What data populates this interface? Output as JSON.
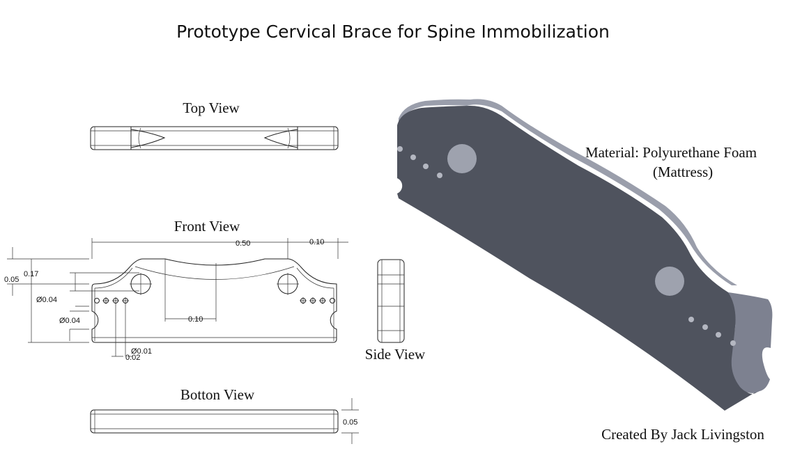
{
  "title": "Prototype Cervical Brace for Spine Immobilization",
  "views": {
    "top": "Top View",
    "front": "Front View",
    "side": "Side View",
    "bottom": "Botton View"
  },
  "dimensions": {
    "overall_span": "0.50",
    "end_length": "0.10",
    "height": "0.17",
    "shoulder": "0.05",
    "hole_dia_large": "Ø0.04",
    "notch_dia": "Ø0.04",
    "center_offset": "0.10",
    "small_hole_dia": "Ø0.01",
    "small_hole_spacing": "0.02",
    "bottom_thickness": "0.05"
  },
  "annotations": {
    "material_line1": "Material: Polyurethane Foam",
    "material_line2": "(Mattress)",
    "credit": "Created By Jack Livingston"
  },
  "colors": {
    "part_face": "#4f535e",
    "part_top": "#9a9eab",
    "part_end": "#7d8190"
  }
}
